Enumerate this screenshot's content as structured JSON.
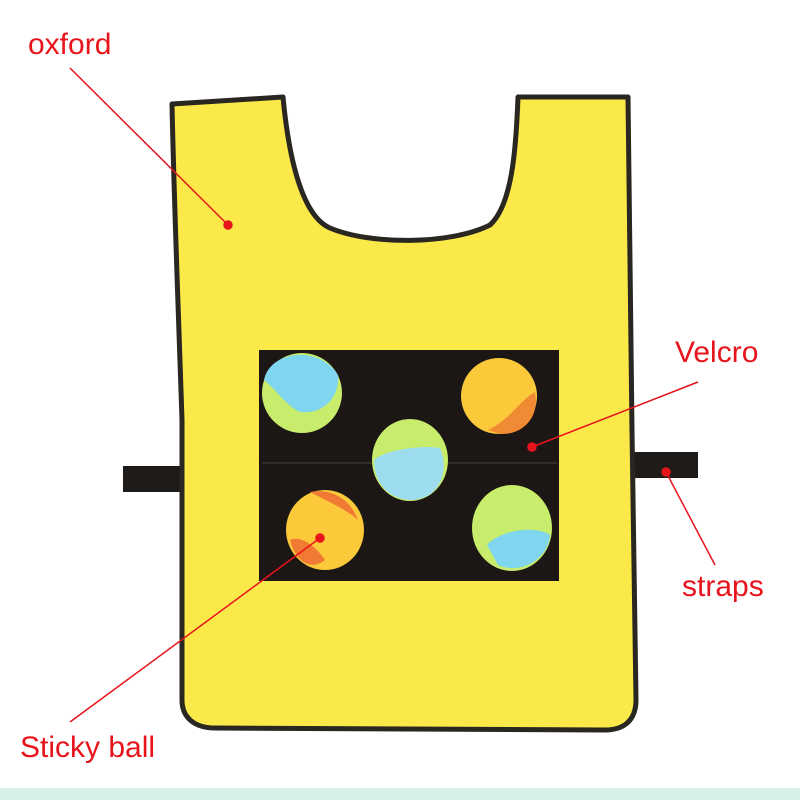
{
  "diagram": {
    "subject": "Sticky ball vest",
    "colors": {
      "vest_fill": "#fbe94a",
      "vest_border": "#2a2622",
      "panel": "#1c1715",
      "label_red": "#e8141c",
      "strip": "#d7efe9"
    },
    "labels": [
      {
        "id": "oxford",
        "text": "oxford"
      },
      {
        "id": "velcro",
        "text": "Velcro"
      },
      {
        "id": "straps",
        "text": "straps"
      },
      {
        "id": "sticky_ball",
        "text": "Sticky ball"
      }
    ],
    "balls": [
      {
        "position": "top-left",
        "colors": [
          "#7fd6ee",
          "#c8ec6c"
        ]
      },
      {
        "position": "top-right",
        "colors": [
          "#fcc93a",
          "#f08a34"
        ]
      },
      {
        "position": "center",
        "colors": [
          "#c8ec6c",
          "#9edcf0"
        ]
      },
      {
        "position": "bottom-left",
        "colors": [
          "#fcc93a",
          "#f07a34"
        ]
      },
      {
        "position": "bottom-right",
        "colors": [
          "#c8ec6c",
          "#7fd6ee"
        ]
      }
    ]
  }
}
